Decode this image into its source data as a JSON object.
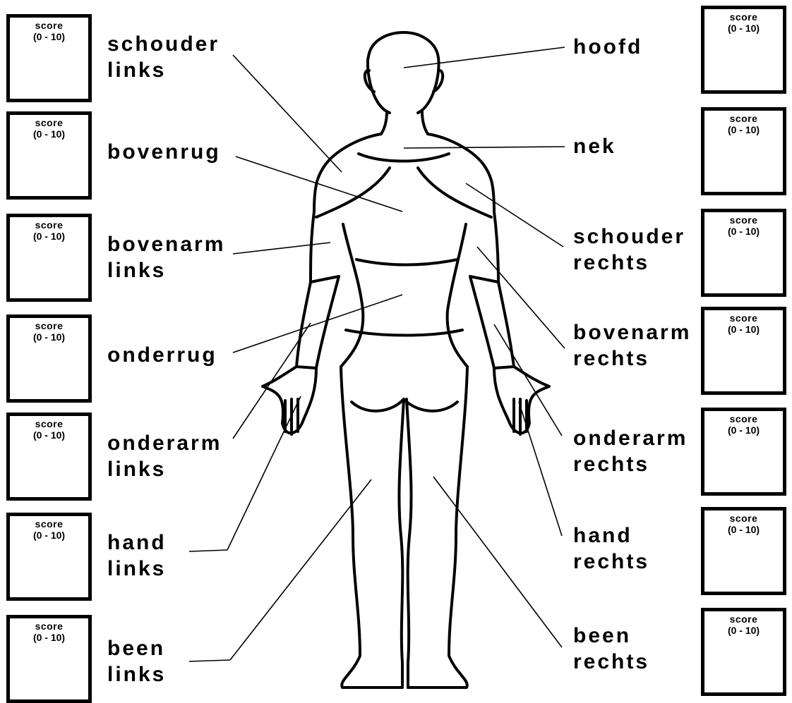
{
  "score_title": "score",
  "score_range": "(0 - 10)",
  "left": [
    {
      "id": "schouder-links",
      "line1": "schouder",
      "line2": "links"
    },
    {
      "id": "bovenrug",
      "line1": "bovenrug",
      "line2": ""
    },
    {
      "id": "bovenarm-links",
      "line1": "bovenarm",
      "line2": "links"
    },
    {
      "id": "onderrug",
      "line1": "onderrug",
      "line2": ""
    },
    {
      "id": "onderarm-links",
      "line1": "onderarm",
      "line2": "links"
    },
    {
      "id": "hand-links",
      "line1": "hand",
      "line2": "links"
    },
    {
      "id": "been-links",
      "line1": "been",
      "line2": "links"
    }
  ],
  "right": [
    {
      "id": "hoofd",
      "line1": "hoofd",
      "line2": ""
    },
    {
      "id": "nek",
      "line1": "nek",
      "line2": ""
    },
    {
      "id": "schouder-rechts",
      "line1": "schouder",
      "line2": "rechts"
    },
    {
      "id": "bovenarm-rechts",
      "line1": "bovenarm",
      "line2": "rechts"
    },
    {
      "id": "onderarm-rechts",
      "line1": "onderarm",
      "line2": "rechts"
    },
    {
      "id": "hand-rechts",
      "line1": "hand",
      "line2": "rechts"
    },
    {
      "id": "been-rechts",
      "line1": "been",
      "line2": "rechts"
    }
  ]
}
